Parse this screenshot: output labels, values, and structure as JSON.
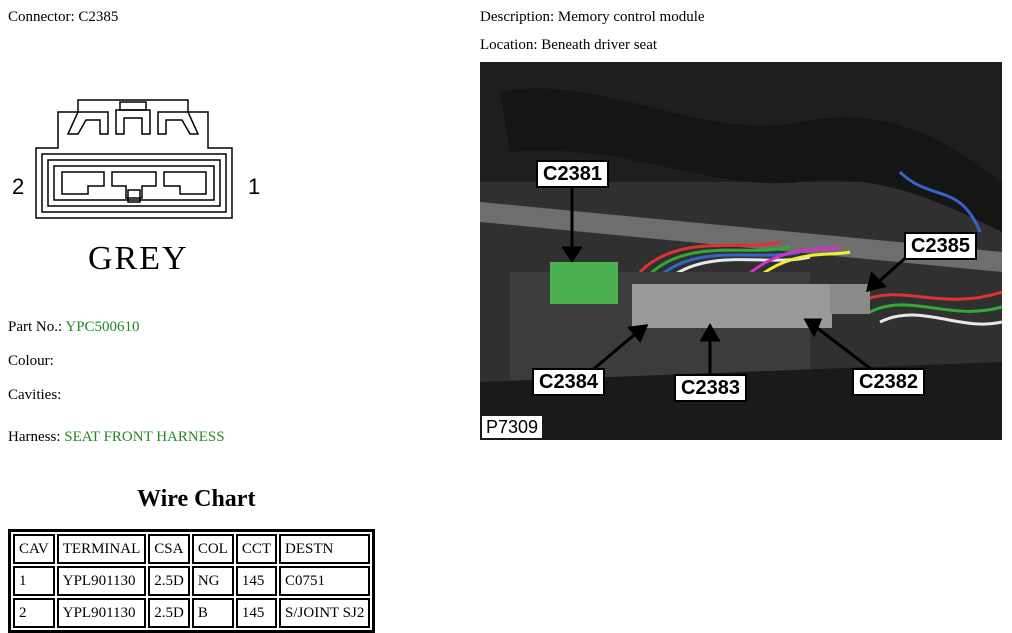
{
  "connector": {
    "label": "Connector:",
    "value": "C2385"
  },
  "description": {
    "label": "Description:",
    "value": "Memory control module"
  },
  "location": {
    "label": "Location:",
    "value": "Beneath driver seat"
  },
  "drawing": {
    "pin_left": "2",
    "pin_right": "1",
    "colour_text": "GREY"
  },
  "part_no": {
    "label": "Part No.:",
    "value": "YPC500610"
  },
  "colour": {
    "label": "Colour:"
  },
  "cavities": {
    "label": "Cavities:"
  },
  "harness": {
    "label": "Harness:",
    "value": "SEAT FRONT HARNESS"
  },
  "wire_chart": {
    "title": "Wire Chart",
    "headers": [
      "CAV",
      "TERMINAL",
      "CSA",
      "COL",
      "CCT",
      "DESTN"
    ],
    "rows": [
      [
        "1",
        "YPL901130",
        "2.5D",
        "NG",
        "145",
        "C0751"
      ],
      [
        "2",
        "YPL901130",
        "2.5D",
        "B",
        "145",
        "S/JOINT SJ2"
      ]
    ]
  },
  "photo": {
    "callouts": [
      "C2381",
      "C2385",
      "C2384",
      "C2383",
      "C2382"
    ],
    "reference": "P7309"
  },
  "colors": {
    "link_green": "#1f8a1f"
  }
}
